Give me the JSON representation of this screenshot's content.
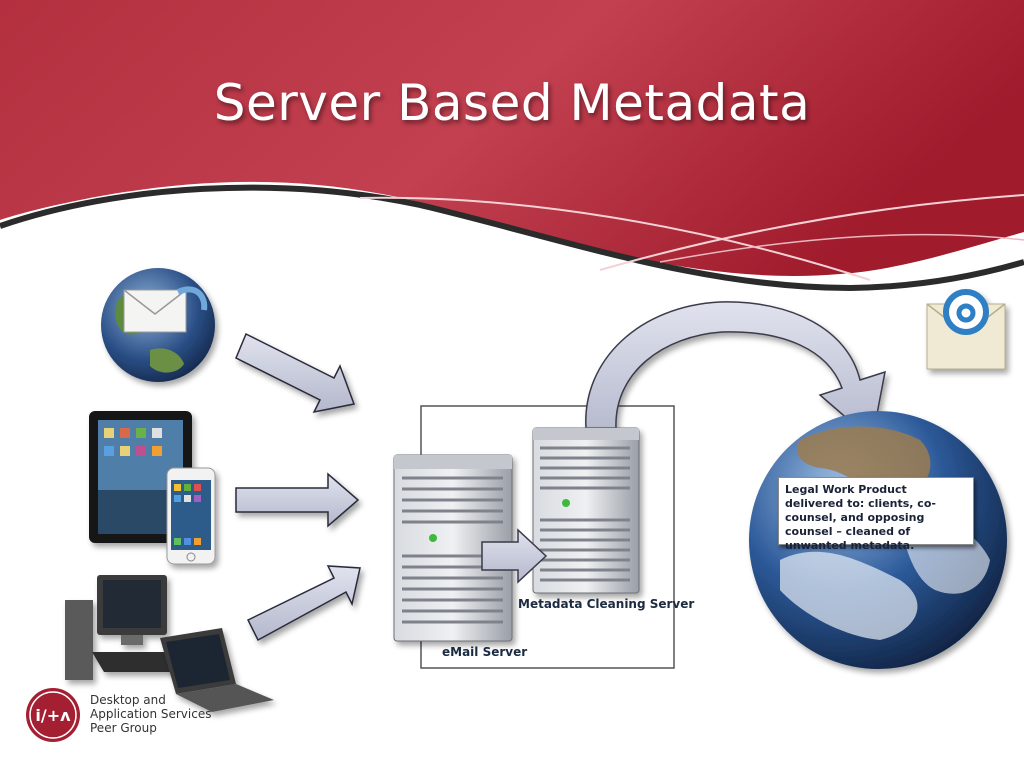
{
  "slide": {
    "title": "Server Based Metadata"
  },
  "diagram": {
    "email_server_label": "eMail Server",
    "cleaning_server_label": "Metadata Cleaning Server",
    "callout_text": "Legal Work Product delivered to: clients, co-counsel, and opposing counsel – cleaned of unwanted metadata."
  },
  "logo": {
    "glyph": "i/+ʌ",
    "line1": "Desktop and",
    "line2": "Application Services",
    "line3": "Peer Group"
  },
  "colors": {
    "header_red": "#b0303f",
    "header_dark": "#8a1d2c",
    "arrow_fill": "#c9ccdf",
    "arrow_stroke": "#2a2a3a"
  }
}
